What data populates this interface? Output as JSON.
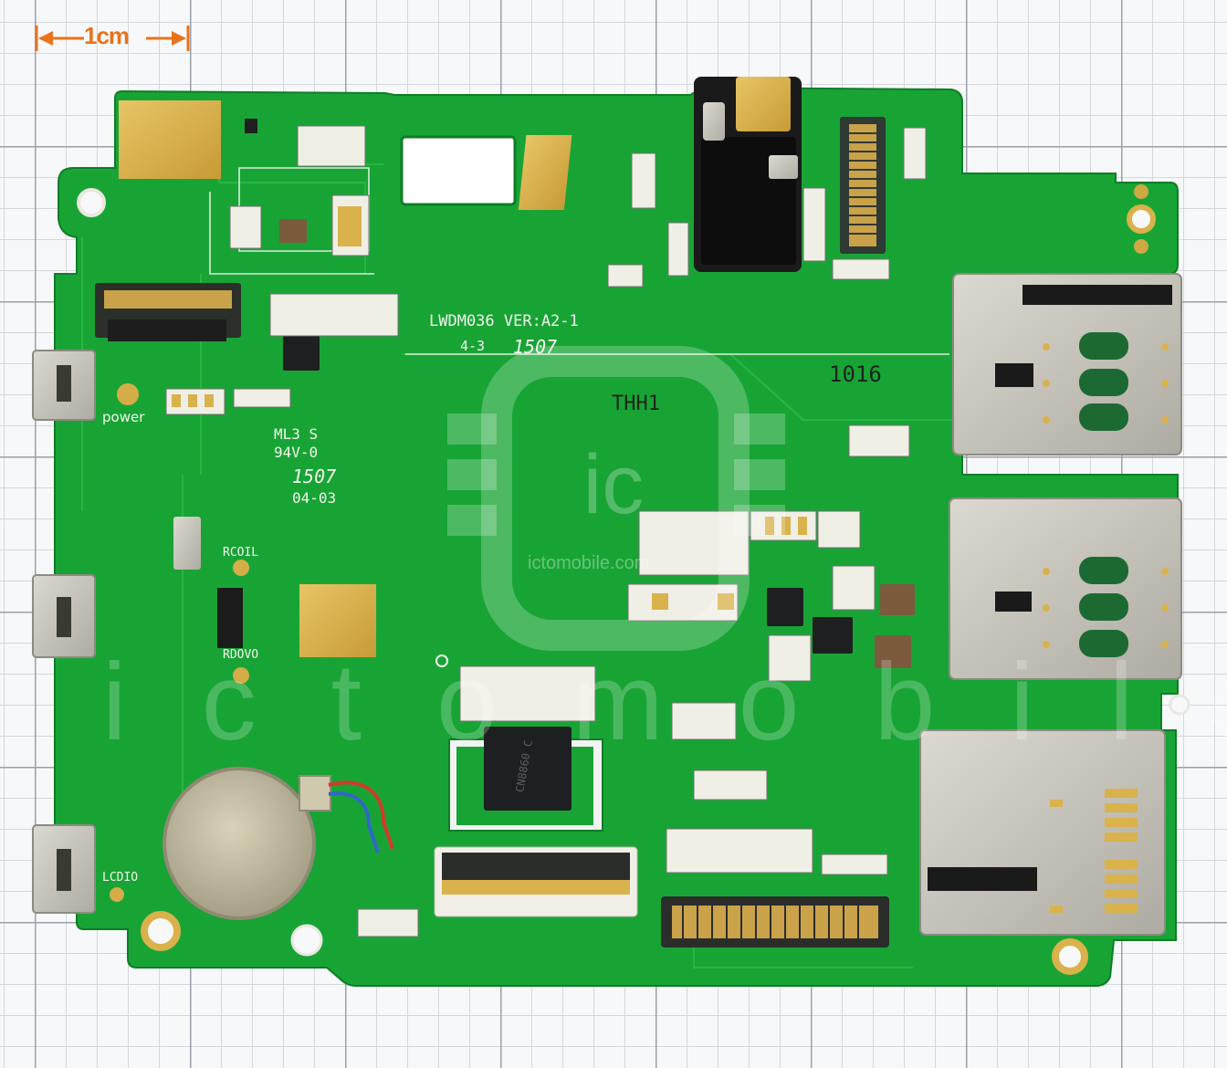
{
  "scale": {
    "label": "1cm"
  },
  "board": {
    "model_ver": "LWDM036 VER:A2-1",
    "code_4_3": "4-3",
    "date_1507_top": "1507",
    "code_1016": "1016",
    "code_thh1": "THH1",
    "ml3_s": "ML3  S",
    "rating": "94V-0",
    "date_1507_left": "1507",
    "date_04_03": "04-03"
  },
  "labels": {
    "power": "power",
    "rcoil": "RCOIL",
    "rdovo": "RDOVO",
    "lcdio": "LCDIO"
  },
  "watermark": {
    "text": "ictomobile",
    "url": "ictomobile.com",
    "logo": "ic"
  },
  "chips": {
    "main_ic": "CN8860 C"
  },
  "colors": {
    "pcb": "#18a435",
    "gold": "#d9b24c",
    "metal": "#c9c6bd",
    "scale": "#e8731c"
  }
}
